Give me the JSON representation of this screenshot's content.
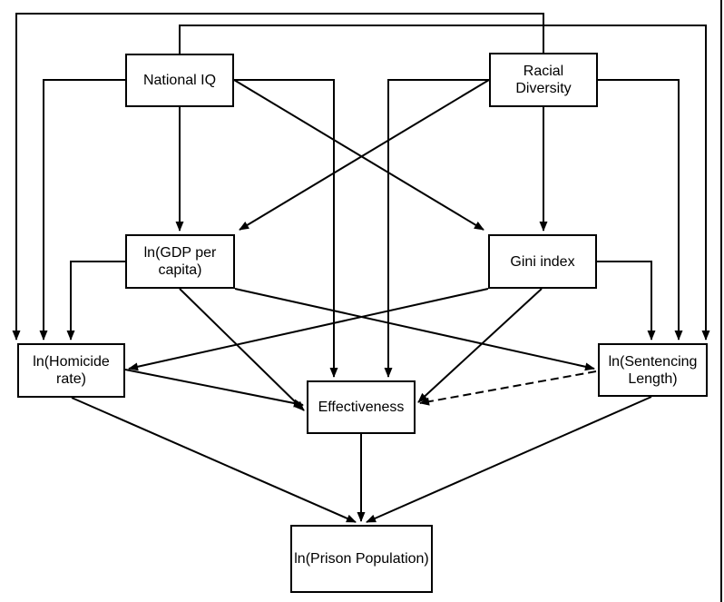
{
  "diagram": {
    "type": "causal-dag",
    "background": "#ffffff",
    "colors": {
      "node_fill": "#ffffff",
      "node_border": "#000000",
      "edge": "#000000"
    },
    "nodes": {
      "national_iq": {
        "label": "National IQ"
      },
      "racial_diversity": {
        "label": "Racial\nDiversity"
      },
      "gdp": {
        "label": "ln(GDP per\ncapita)"
      },
      "gini": {
        "label": "Gini index"
      },
      "homicide": {
        "label": "ln(Homicide\nrate)"
      },
      "sentencing": {
        "label": "ln(Sentencing\nLength)"
      },
      "effectiveness": {
        "label": "Effectiveness"
      },
      "prison": {
        "label": "ln(Prison Population)"
      }
    },
    "edges": [
      {
        "from": "National IQ",
        "to": "ln(GDP per capita)",
        "style": "solid"
      },
      {
        "from": "National IQ",
        "to": "Gini index",
        "style": "solid"
      },
      {
        "from": "National IQ",
        "to": "Effectiveness",
        "style": "solid"
      },
      {
        "from": "National IQ",
        "to": "ln(Homicide rate)",
        "style": "solid"
      },
      {
        "from": "National IQ",
        "to": "ln(Sentencing Length)",
        "style": "solid"
      },
      {
        "from": "Racial Diversity",
        "to": "Gini index",
        "style": "solid"
      },
      {
        "from": "Racial Diversity",
        "to": "ln(GDP per capita)",
        "style": "solid"
      },
      {
        "from": "Racial Diversity",
        "to": "Effectiveness",
        "style": "solid"
      },
      {
        "from": "Racial Diversity",
        "to": "ln(Sentencing Length)",
        "style": "solid"
      },
      {
        "from": "Racial Diversity",
        "to": "ln(Homicide rate)",
        "style": "solid"
      },
      {
        "from": "ln(GDP per capita)",
        "to": "ln(Homicide rate)",
        "style": "solid"
      },
      {
        "from": "ln(GDP per capita)",
        "to": "ln(Sentencing Length)",
        "style": "solid"
      },
      {
        "from": "ln(GDP per capita)",
        "to": "Effectiveness",
        "style": "solid"
      },
      {
        "from": "Gini index",
        "to": "ln(Homicide rate)",
        "style": "solid"
      },
      {
        "from": "Gini index",
        "to": "Effectiveness",
        "style": "solid"
      },
      {
        "from": "Gini index",
        "to": "ln(Sentencing Length)",
        "style": "solid"
      },
      {
        "from": "ln(Homicide rate)",
        "to": "Effectiveness",
        "style": "solid"
      },
      {
        "from": "ln(Homicide rate)",
        "to": "ln(Prison Population)",
        "style": "solid"
      },
      {
        "from": "Effectiveness",
        "to": "ln(Prison Population)",
        "style": "solid"
      },
      {
        "from": "ln(Sentencing Length)",
        "to": "ln(Prison Population)",
        "style": "solid"
      },
      {
        "from": "ln(Sentencing Length)",
        "to": "Effectiveness",
        "style": "dashed"
      }
    ]
  }
}
